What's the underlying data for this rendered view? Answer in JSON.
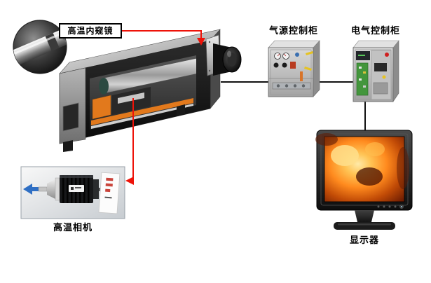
{
  "diagram": {
    "labels": {
      "endoscope": "高温内窥镜",
      "air_cabinet": "气源控制柜",
      "electric_cabinet": "电气控制柜",
      "camera": "高温相机",
      "monitor": "显示器"
    },
    "colors": {
      "connector_red": "#ee1309",
      "connector_black": "#111111",
      "arrow_blue": "#2f6fc4",
      "rail_orange": "#e2791c",
      "pcb_green": "#43963c",
      "furnace_orange": "#ff8a1e"
    }
  }
}
